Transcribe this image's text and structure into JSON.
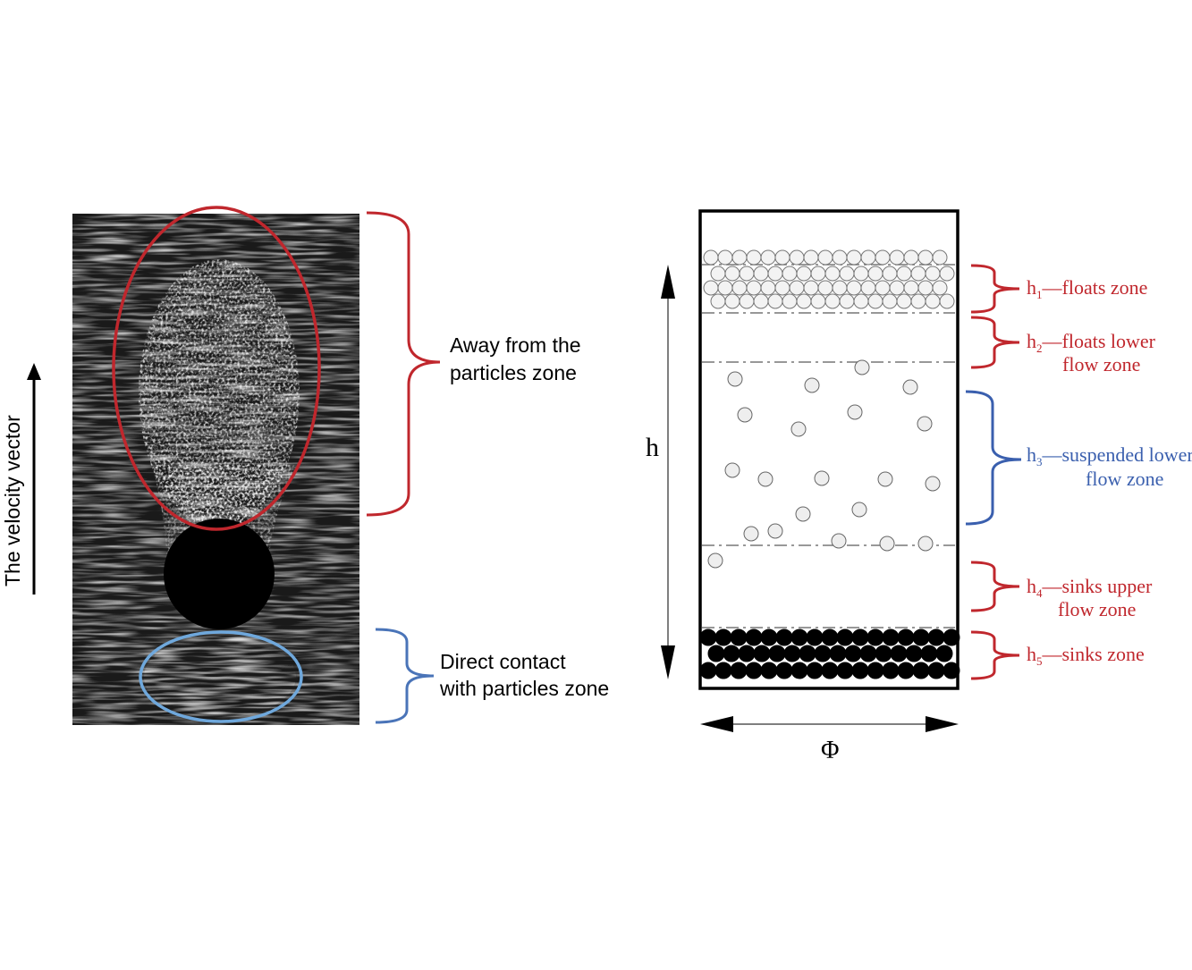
{
  "left_panel": {
    "velocity_label": "The velocity vector",
    "upper_zone_label_line1": "Away from the",
    "upper_zone_label_line2": "particles zone",
    "lower_zone_label_line1": "Direct contact",
    "lower_zone_label_line2": "with particles zone",
    "colors": {
      "upper": "#c0272d",
      "lower": "#4a74b8",
      "lower_ellipse": "#6fa8dc"
    }
  },
  "right_panel": {
    "height_label": "h",
    "width_label": "Φ",
    "zones": [
      {
        "sym": "h",
        "sub": "1",
        "text": "—floats zone",
        "text2": "",
        "color": "#c0272d"
      },
      {
        "sym": "h",
        "sub": "2",
        "text": "—floats lower",
        "text2": "flow zone",
        "color": "#c0272d"
      },
      {
        "sym": "h",
        "sub": "3",
        "text": "—suspended lower",
        "text2": "flow zone",
        "color": "#3a5fae"
      },
      {
        "sym": "h",
        "sub": "4",
        "text": "—sinks upper",
        "text2": "flow zone",
        "color": "#c0272d"
      },
      {
        "sym": "h",
        "sub": "5",
        "text": "—sinks zone",
        "text2": "",
        "color": "#c0272d"
      }
    ]
  }
}
